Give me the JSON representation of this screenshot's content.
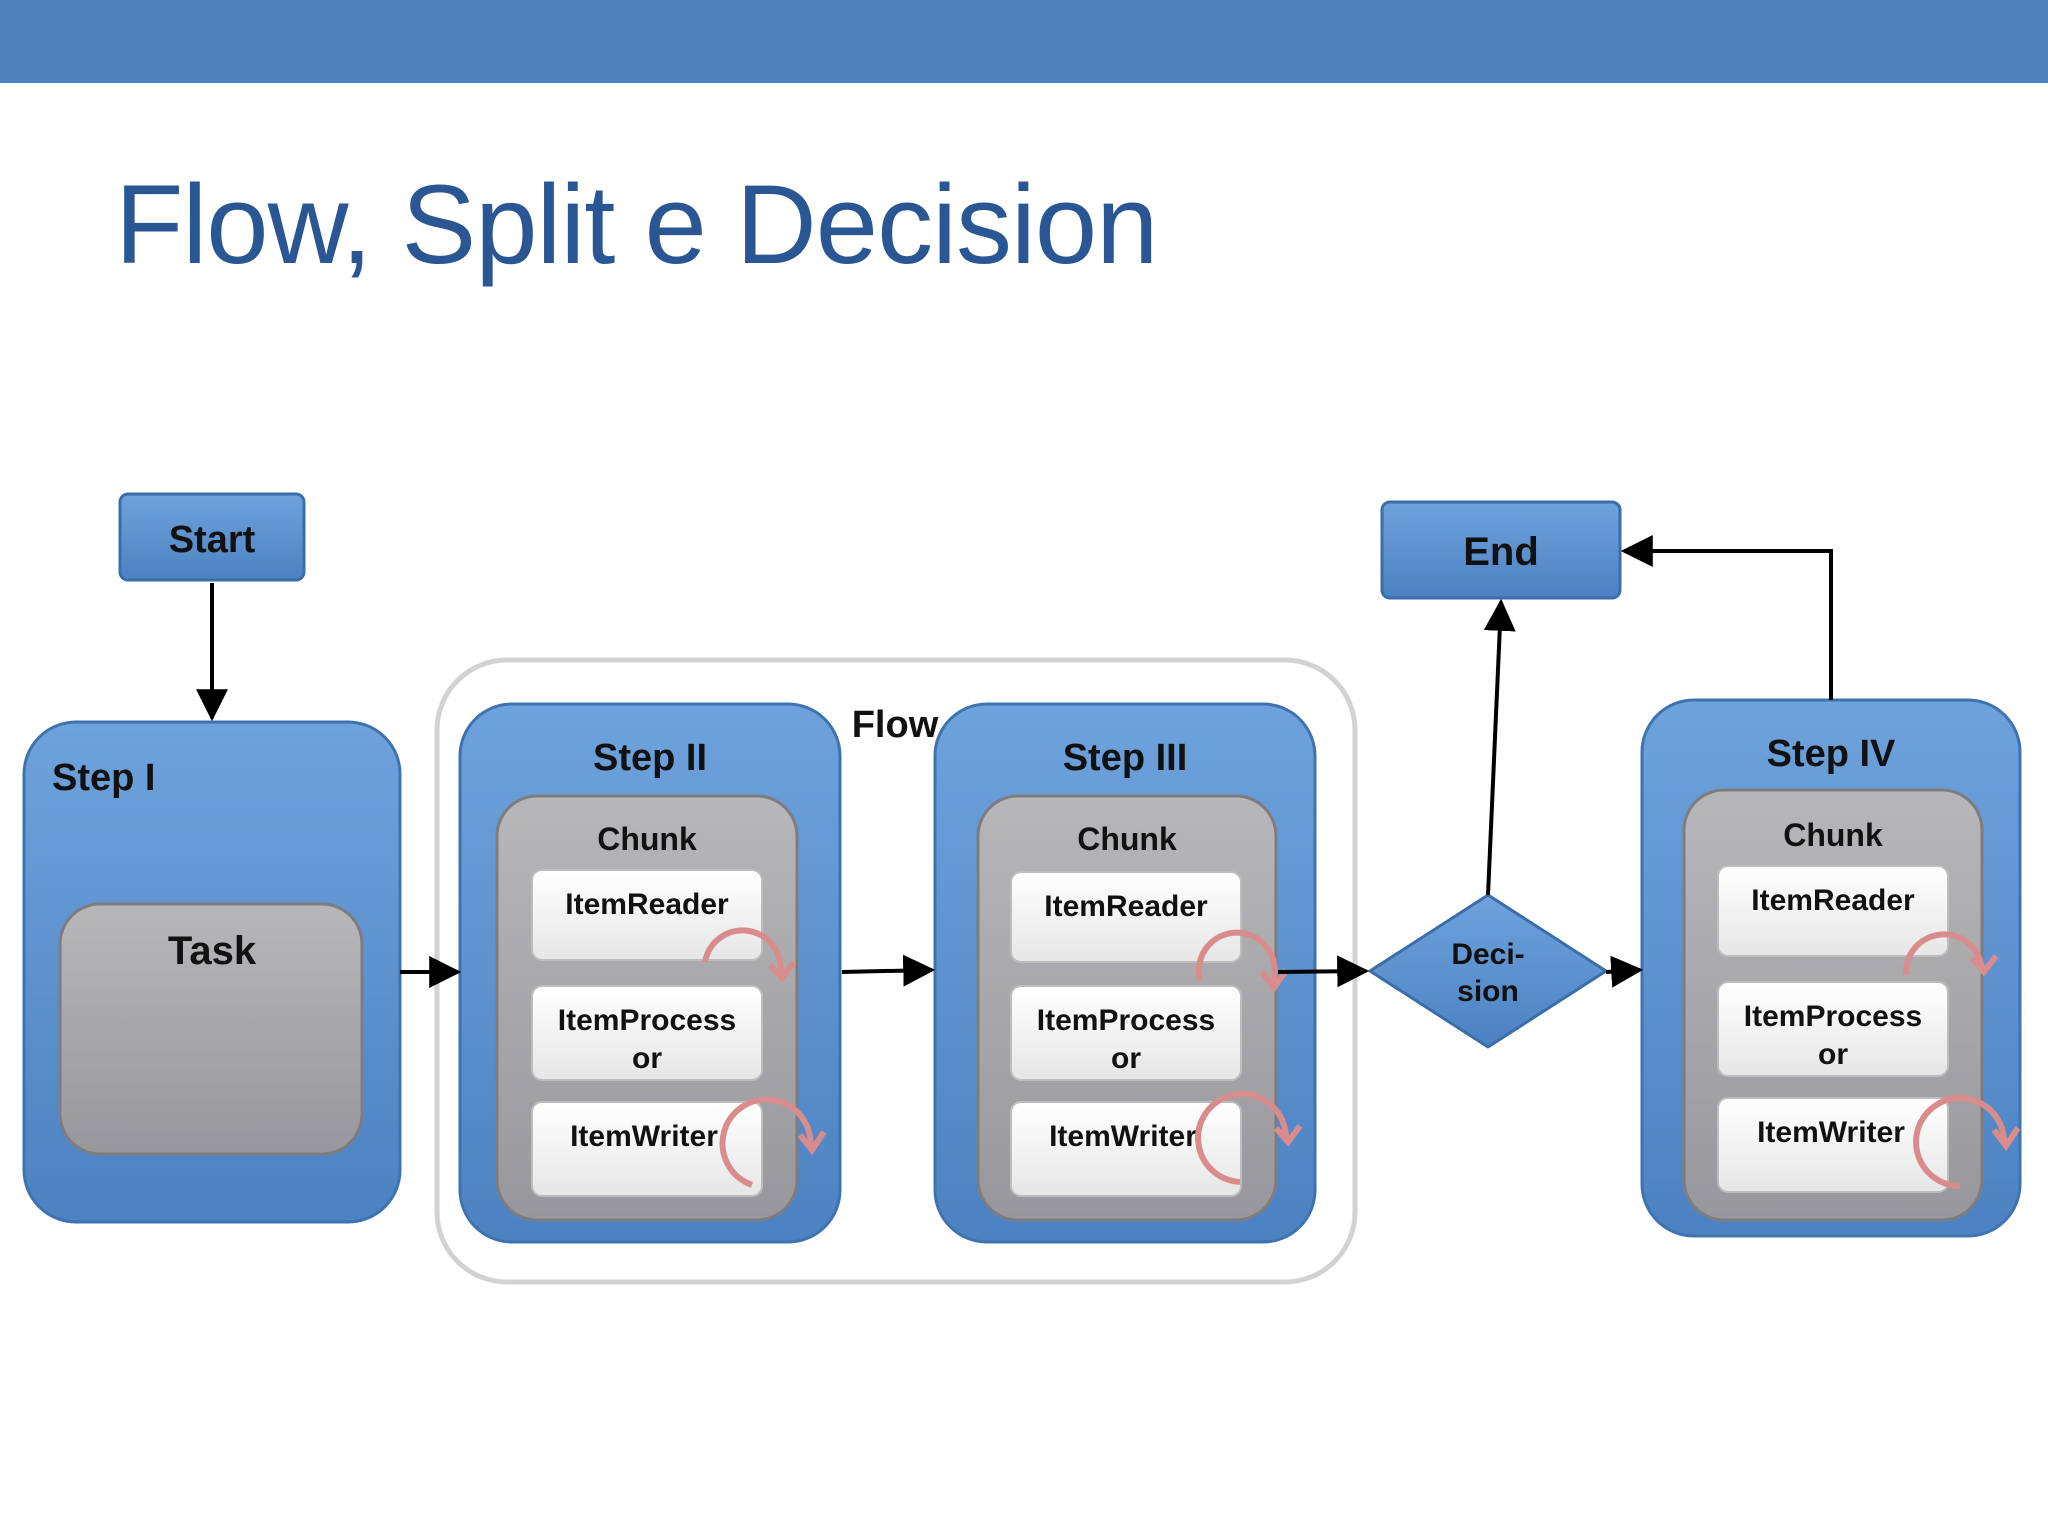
{
  "slide": {
    "title": "Flow, Split e Decision"
  },
  "diagram": {
    "start": "Start",
    "end": "End",
    "flow_label": "Flow",
    "decision": {
      "line1": "Deci-",
      "line2": "sion"
    },
    "step1": {
      "label": "Step I",
      "task": "Task"
    },
    "step2": {
      "label": "Step II",
      "chunk": "Chunk",
      "reader": "ItemReader",
      "processor_line1": "ItemProcess",
      "processor_line2": "or",
      "writer": "ItemWriter"
    },
    "step3": {
      "label": "Step III",
      "chunk": "Chunk",
      "reader": "ItemReader",
      "processor_line1": "ItemProcess",
      "processor_line2": "or",
      "writer": "ItemWriter"
    },
    "step4": {
      "label": "Step IV",
      "chunk": "Chunk",
      "reader": "ItemReader",
      "processor_line1": "ItemProcess",
      "processor_line2": "or",
      "writer": "ItemWriter"
    },
    "colors": {
      "header": "#4f81bd",
      "title": "#2a5793",
      "step_blue": "#5b91cf",
      "chunk_gray": "#a3a3a6",
      "loop_pink": "#d98c8c"
    }
  }
}
